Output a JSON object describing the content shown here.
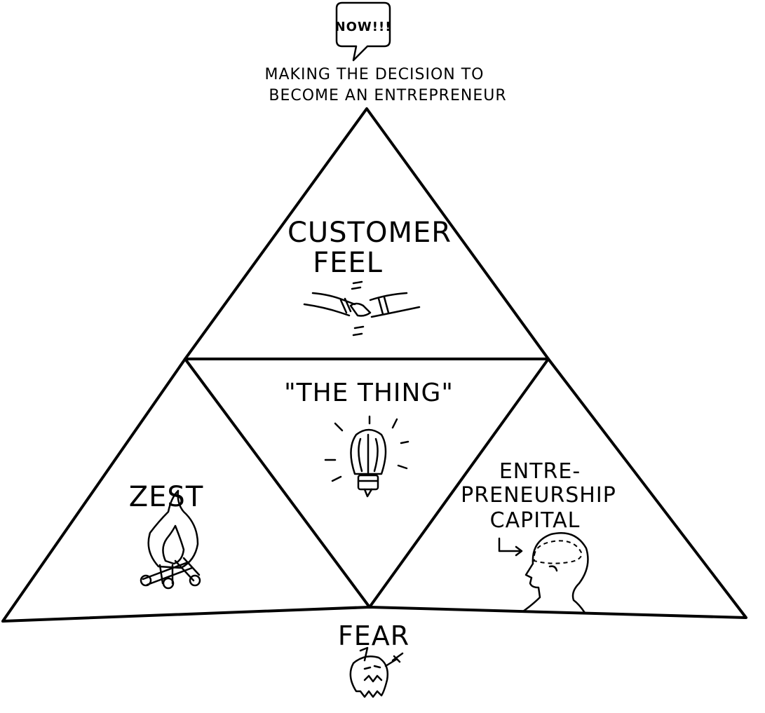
{
  "speech_bubble": {
    "text": "NOW!!!"
  },
  "top_caption": {
    "line1": "MAKING THE DECISION TO",
    "line2": "BECOME AN ENTREPRENEUR"
  },
  "sections": {
    "customer_feel": {
      "line1": "CUSTOMER",
      "line2": "FEEL"
    },
    "the_thing": {
      "text": "\"THE THING\""
    },
    "zest": {
      "text": "ZEST"
    },
    "entrepreneurship_capital": {
      "line1": "ENTRE-",
      "line2": "PRENEURSHIP",
      "line3": "CAPITAL"
    }
  },
  "bottom_label": {
    "text": "FEAR"
  },
  "icons": {
    "customer_feel": "handshake-icon",
    "the_thing": "lightbulb-icon",
    "zest": "campfire-icon",
    "entrepreneurship_capital": "head-brain-icon",
    "fear": "fear-creature-icon"
  },
  "colors": {
    "ink": "#000000",
    "background": "#ffffff"
  }
}
